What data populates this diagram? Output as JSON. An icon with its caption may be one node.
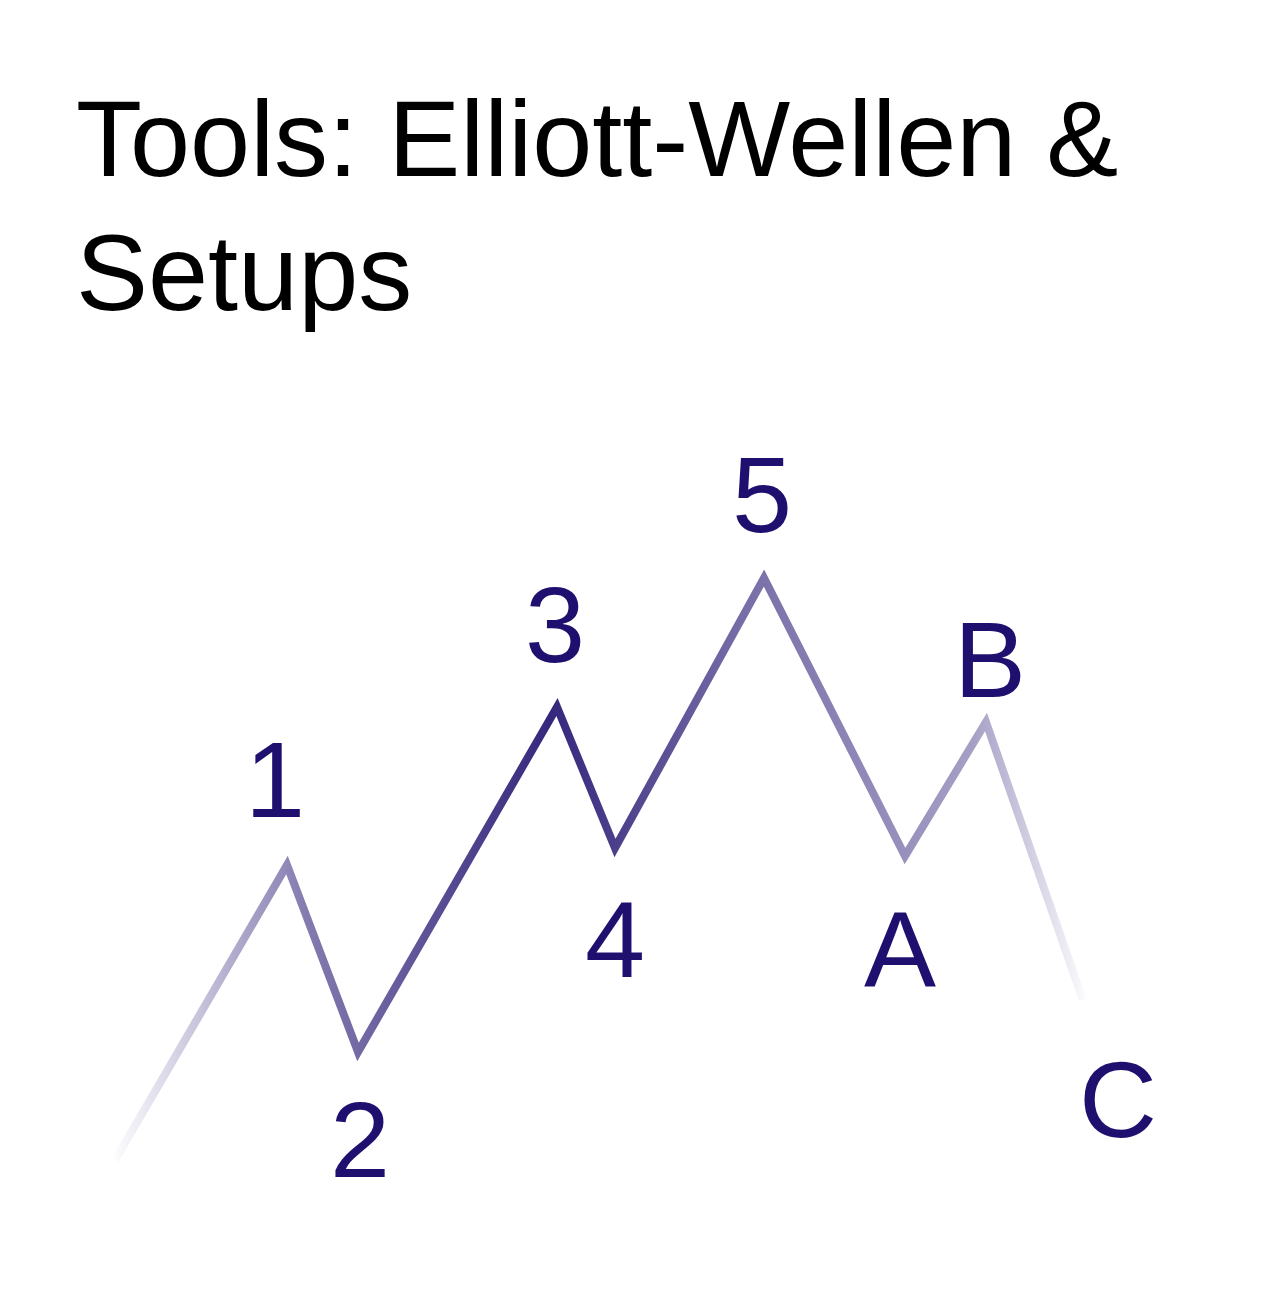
{
  "diagram": {
    "title": "Tools: Elliott-Wellen & Setups",
    "labels": [
      "1",
      "2",
      "3",
      "4",
      "5",
      "A",
      "B",
      "C"
    ]
  }
}
